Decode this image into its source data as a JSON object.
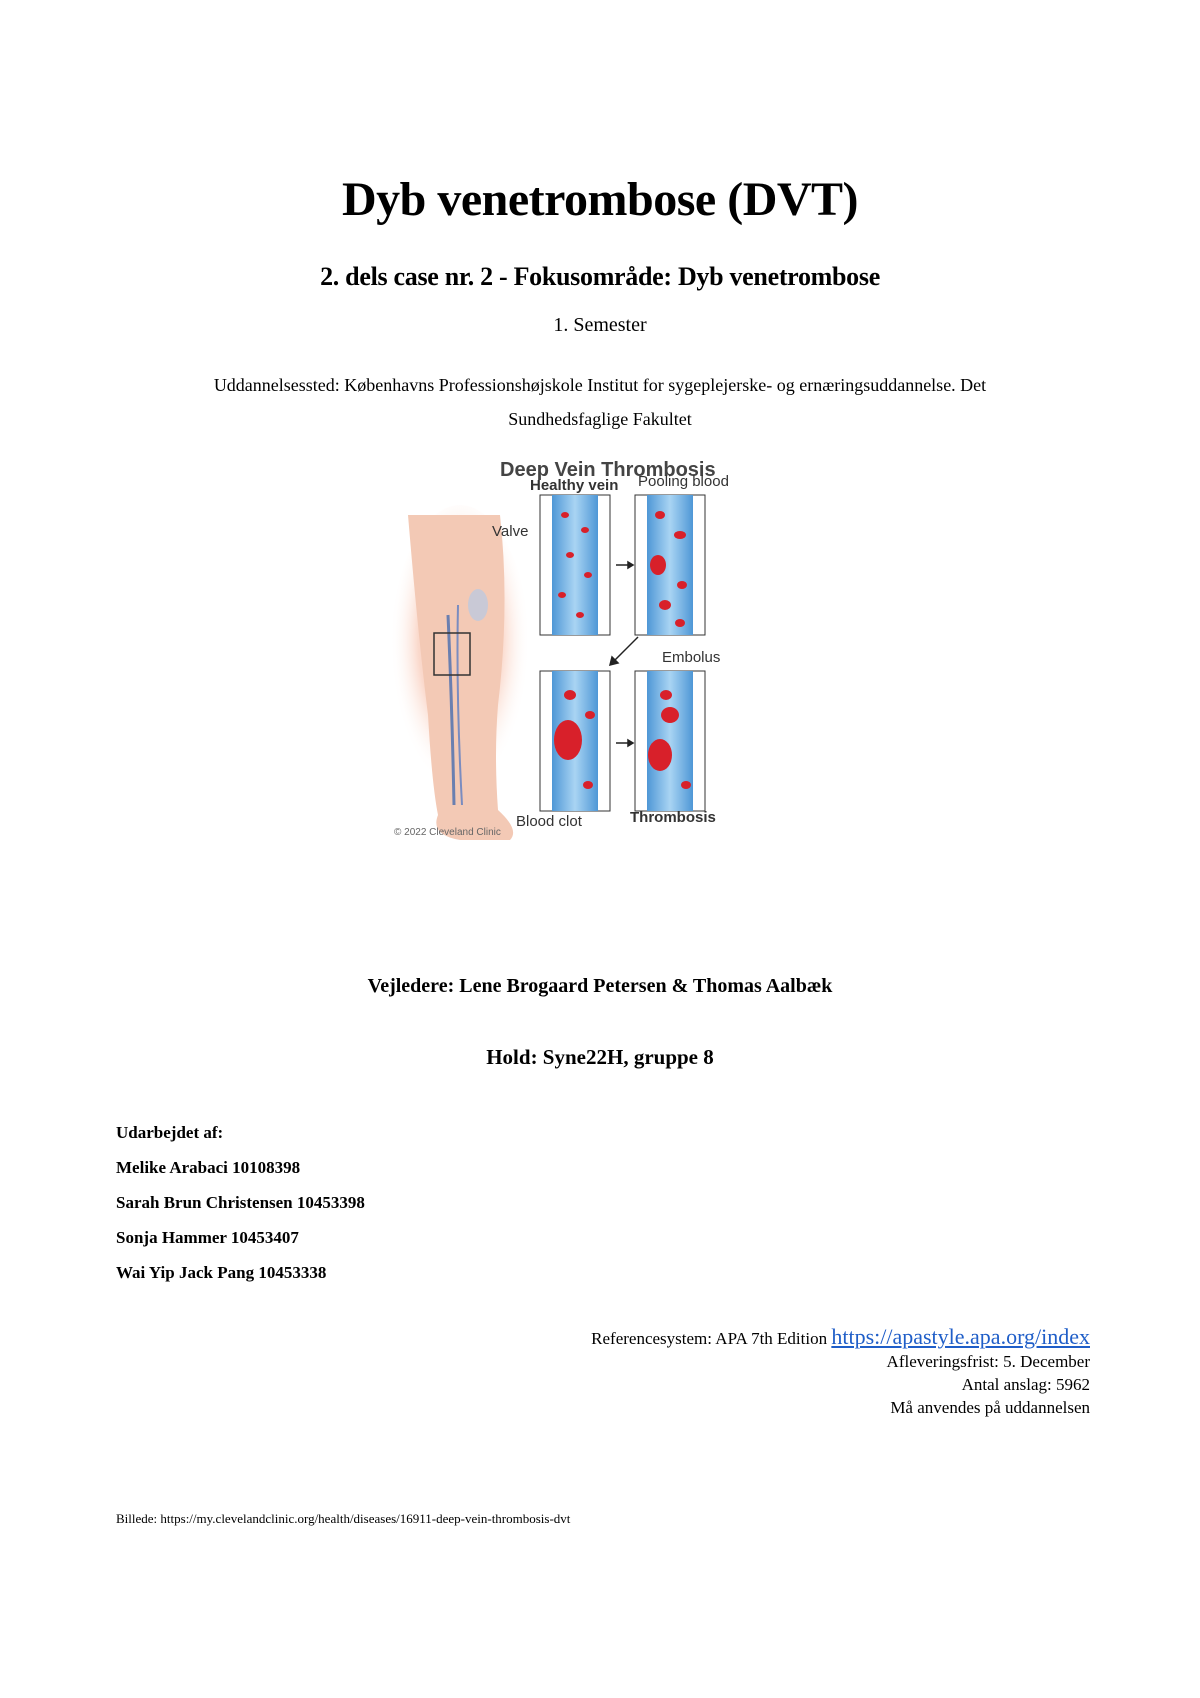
{
  "document": {
    "title": "Dyb venetrombose (DVT)",
    "subtitle": "2. dels case nr. 2 - Fokusområde: Dyb venetrombose",
    "semester": "1. Semester",
    "institution": "Uddannelsessted: Københavns Professionshøjskole Institut for sygeplejerske- og ernæringsuddannelse. Det Sundhedsfaglige Fakultet",
    "figure": {
      "title": "Deep Vein Thrombosis",
      "labels": {
        "healthy_vein": "Healthy vein",
        "pooling_blood": "Pooling blood",
        "valve": "Valve",
        "embolus": "Embolus",
        "blood_clot": "Blood clot",
        "thrombosis": "Thrombosis"
      },
      "copyright": "© 2022 Cleveland Clinic",
      "colors": {
        "vein": "#7fb8e6",
        "blood": "#d8202a",
        "skin": "#f3c9b5",
        "glow": "#f08a6a"
      }
    },
    "supervisors": "Vejledere: Lene Brogaard Petersen & Thomas Aalbæk",
    "team": "Hold: Syne22H, gruppe 8",
    "authors": {
      "heading": "Udarbejdet af:",
      "list": [
        "Melike Arabaci 10108398",
        "Sarah Brun Christensen 10453398",
        "Sonja Hammer 10453407",
        "Wai Yip Jack Pang 10453338"
      ]
    },
    "meta": {
      "reference_prefix": "Referencesystem: APA 7th Edition ",
      "reference_link": "https://apastyle.apa.org/index",
      "deadline": "Afleveringsfrist: 5. December",
      "char_count": "Antal anslag: 5962",
      "usage": "Må anvendes på uddannelsen"
    },
    "image_caption": "Billede: https://my.clevelandclinic.org/health/diseases/16911-deep-vein-thrombosis-dvt"
  }
}
